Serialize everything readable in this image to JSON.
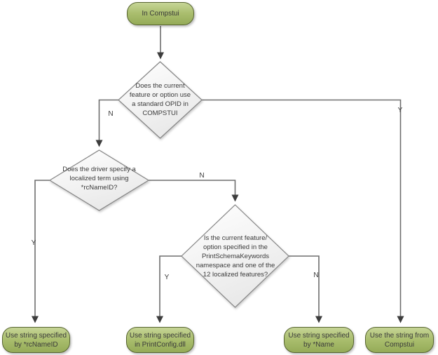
{
  "colors": {
    "terminal_fill_top": "#c6d596",
    "terminal_fill_bottom": "#95ab58",
    "terminal_border": "#56642f",
    "decision_fill_top": "#ffffff",
    "decision_fill_bottom": "#e9e9e9",
    "decision_border": "#858585",
    "connector": "#6e6e6e",
    "arrowhead": "#3d3d3d",
    "text": "#3a3a3a"
  },
  "flowchart": {
    "start": {
      "label": "In Compstui"
    },
    "decisions": {
      "opid": {
        "text": "Does the current\nfeature or option use\na standard OPID in\nCOMPSTUI"
      },
      "rcnameid": {
        "text": "Does the driver specify a\nlocalized term using\n*rcNameID?"
      },
      "schema": {
        "text": "Is the current feature/\noption specified in the\nPrintSchemaKeywords\nnamespace and one of the\n12 localized features?"
      }
    },
    "results": {
      "rcnameid": {
        "text": "Use string specified\nby *rcNameID"
      },
      "printconfig": {
        "text": "Use string specified\nin PrintConfig.dll"
      },
      "name": {
        "text": "Use string specified\nby *Name"
      },
      "compstui": {
        "text": "Use the string from\nCompstui"
      }
    },
    "edge_labels": {
      "opid_no": "N",
      "opid_yes": "Y",
      "rcnameid_yes": "Y",
      "rcnameid_no": "N",
      "schema_yes": "Y",
      "schema_no": "N"
    }
  }
}
